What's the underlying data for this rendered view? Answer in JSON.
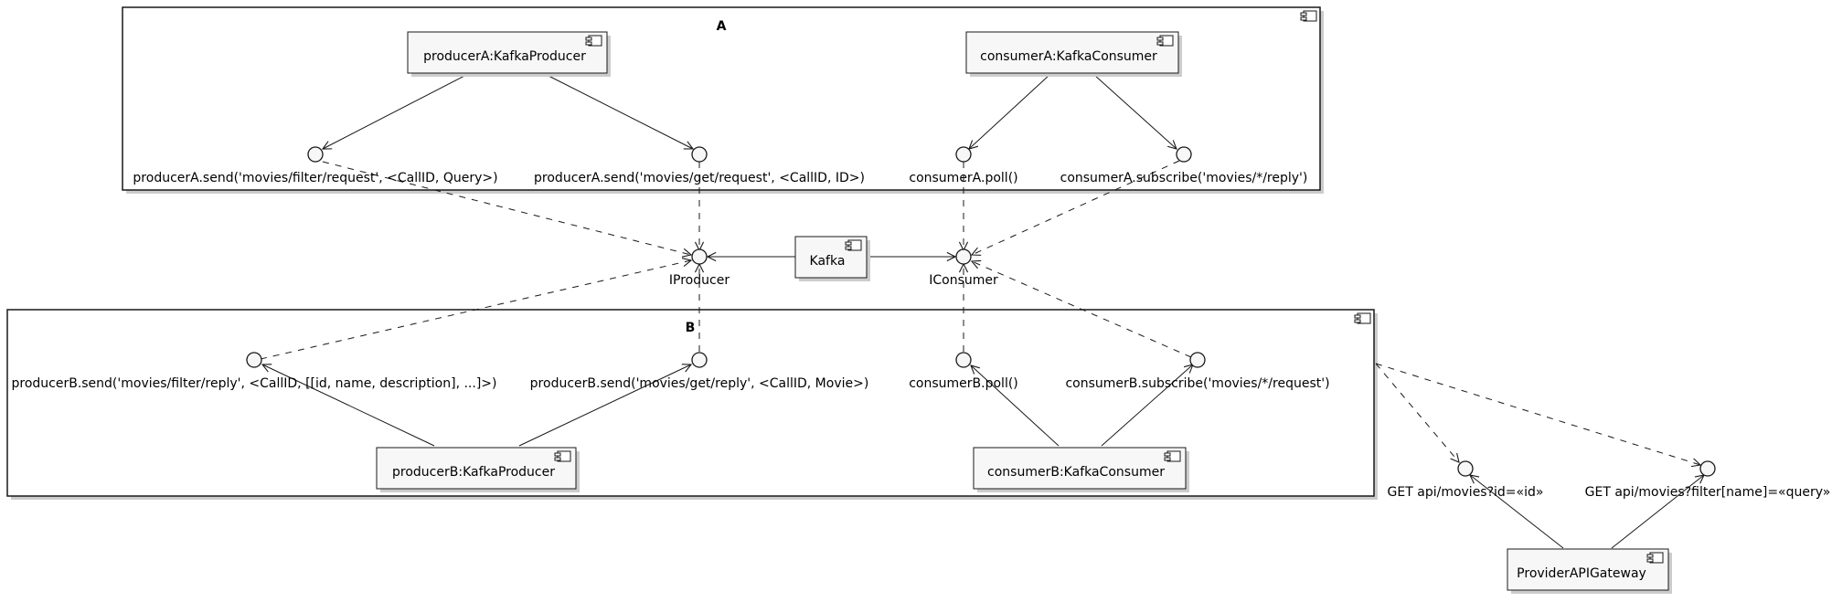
{
  "packages": {
    "a": "A",
    "b": "B"
  },
  "components": {
    "producer_a": "producerA:KafkaProducer",
    "consumer_a": "consumerA:KafkaConsumer",
    "kafka": "Kafka",
    "producer_b": "producerB:KafkaProducer",
    "consumer_b": "consumerB:KafkaConsumer",
    "gateway": "ProviderAPIGateway"
  },
  "interfaces": {
    "pa_filter": "producerA.send('movies/filter/request', <CallID, Query>)",
    "pa_get": "producerA.send('movies/get/request', <CallID, ID>)",
    "ca_poll": "consumerA.poll()",
    "ca_subscribe": "consumerA.subscribe('movies/*/reply')",
    "iproducer": "IProducer",
    "iconsumer": "IConsumer",
    "pb_filter": "producerB.send('movies/filter/reply', <CallID, [[id, name, description], ...]>)",
    "pb_get": "producerB.send('movies/get/reply', <CallID, Movie>)",
    "cb_poll": "consumerB.poll()",
    "cb_subscribe": "consumerB.subscribe('movies/*/request')",
    "api_get": "GET api/movies?id=«id»",
    "api_filter": "GET api/movies?filter[name]=«query»"
  }
}
